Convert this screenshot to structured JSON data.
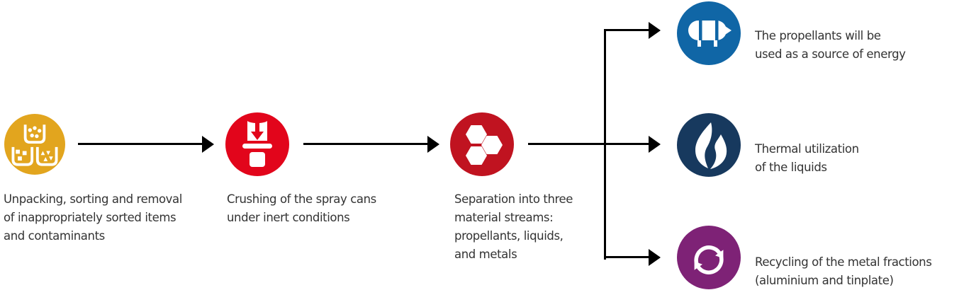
{
  "colors": {
    "step_unpacking": "#E2A51E",
    "step_crushing": "#E2051B",
    "step_separation": "#C01320",
    "output_propellants": "#1066A6",
    "output_thermal": "#17395E",
    "output_recycling": "#7E2276",
    "icon_glyph": "#FFFFFF",
    "text": "#333333",
    "line": "#000000",
    "background": "#FFFFFF"
  },
  "steps": [
    {
      "name": "unpacking",
      "icon": "sorting-bins-icon",
      "circle_color": "#E2A51E",
      "label": "Unpacking, sorting and removal\nof inappropriately sorted items\nand contaminants"
    },
    {
      "name": "crushing",
      "icon": "crusher-press-icon",
      "circle_color": "#E2051B",
      "label": "Crushing of the spray cans\nunder inert conditions"
    },
    {
      "name": "separation",
      "icon": "hexagons-icon",
      "circle_color": "#C01320",
      "label": "Separation into three\nmaterial streams:\npropellants, liquids,\nand metals"
    }
  ],
  "outputs": [
    {
      "name": "propellants-energy",
      "icon": "gas-tank-icon",
      "circle_color": "#1066A6",
      "label": "The propellants will be\nused as a source of energy"
    },
    {
      "name": "thermal-utilization",
      "icon": "flame-icon",
      "circle_color": "#17395E",
      "label": "Thermal utilization\nof the liquids"
    },
    {
      "name": "metal-recycling",
      "icon": "recycle-arrows-icon",
      "circle_color": "#7E2276",
      "label": "Recycling of the metal fractions\n(aluminium and tinplate)"
    }
  ]
}
